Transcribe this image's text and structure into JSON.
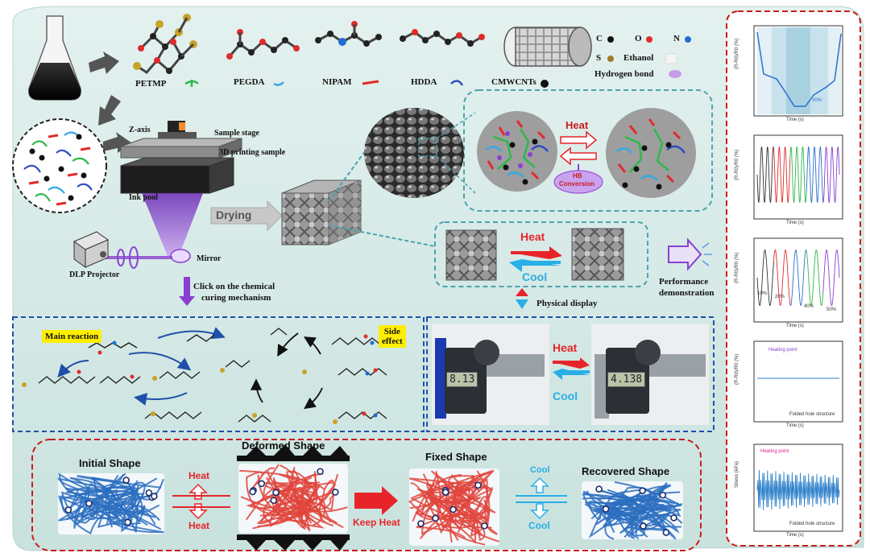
{
  "materials": {
    "petmp": "PETMP",
    "pegda": "PEGDA",
    "nipam": "NIPAM",
    "hdda": "HDDA",
    "cmwcnts": "CMWCNTs"
  },
  "legend": {
    "c": "C",
    "o": "O",
    "n": "N",
    "s": "S",
    "ethanol": "Ethanol",
    "hydrogen_bond": "Hydrogen bond"
  },
  "printer": {
    "z_axis": "Z-axis",
    "sample_stage": "Sample stage",
    "printing_sample": "3D printing sample",
    "ink_pool": "Ink pool",
    "mirror": "Mirror",
    "projector": "DLP Projector",
    "drying": "Drying",
    "click_line1": "Click on the chemical",
    "click_line2": "curing mechanism"
  },
  "micro": {
    "heat": "Heat",
    "hb_line1": "HB",
    "hb_line2": "Conversion"
  },
  "lattice": {
    "heat": "Heat",
    "cool": "Cool"
  },
  "performance": {
    "line1": "Performance",
    "line2": "demonstration"
  },
  "physical_display": "Physical display",
  "caliper": {
    "heat": "Heat",
    "cool": "Cool",
    "reading_left": "8.13",
    "reading_right": "4.138"
  },
  "mechanism": {
    "main_reaction": "Main reaction",
    "side_line1": "Side",
    "side_line2": "effect"
  },
  "shape_memory": {
    "initial": "Initial Shape",
    "deformed": "Deformed Shape",
    "fixed": "Fixed Shape",
    "recovered": "Recovered Shape",
    "heat_top": "Heat",
    "heat_bottom": "Heat",
    "keep_heat": "Keep Heat",
    "cool_top": "Cool",
    "cool_bottom": "Cool"
  },
  "charts": {
    "c1": {
      "xlabel": "Time (s)",
      "ylabel": "(R-R0)/R0 (%)",
      "ann": "30%"
    },
    "c2": {
      "xlabel": "Time (s)",
      "ylabel": "(R-R0)/R0 (%)"
    },
    "c3": {
      "xlabel": "Time (s)",
      "ylabel": "(R-R0)/R0 (%)",
      "a1": "10%",
      "a2": "20%",
      "a3": "40%",
      "a4": "50%"
    },
    "c4": {
      "xlabel": "Time (s)",
      "ylabel": "(R-R0)/R0 (%)",
      "ann": "Heating point",
      "legend": "Folded hole structure"
    },
    "c5": {
      "xlabel": "Time (s)",
      "ylabel": "Stress (kPa)",
      "ann": "Heating point",
      "legend": "Folded hole structure"
    }
  },
  "colors": {
    "panel_bg": "#cfe6e3",
    "dash_red": "#c81d1d",
    "dash_blue": "#1f4fa8",
    "dash_teal": "#4aa3ae",
    "heat_red": "#e8242b",
    "cool_blue": "#29aee6",
    "purple": "#8a3fd1",
    "chain_blue": "#2c6fbf",
    "chain_red": "#e0453c"
  }
}
